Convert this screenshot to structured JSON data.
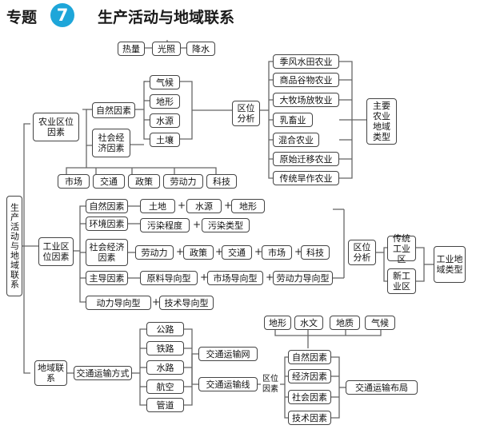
{
  "header": {
    "prefix": "专题",
    "number": "7",
    "title": "生产活动与地域联系",
    "accent_color": "#1ea6d9"
  },
  "root": "生产活动与地域联系",
  "agriculture": {
    "label": "农业区位因素",
    "factors": [
      "热量",
      "光照",
      "降水"
    ],
    "natural_label": "自然因素",
    "natural_items": [
      "气候",
      "地形",
      "水源",
      "土壤"
    ],
    "social_label": "社会经济因素",
    "social_items": [
      "市场",
      "交通",
      "政策",
      "劳动力",
      "科技"
    ],
    "analysis_label": "区位分析",
    "types": [
      "季风水田农业",
      "商品谷物农业",
      "大牧场放牧业",
      "乳畜业",
      "混合农业",
      "原始迁移农业",
      "传统旱作农业"
    ],
    "types_label": "主要农业地域类型"
  },
  "industry": {
    "label": "工业区位因素",
    "natural_label": "自然因素",
    "natural_items": [
      "土地",
      "水源",
      "地形"
    ],
    "env_label": "环境因素",
    "env_items": [
      "污染程度",
      "污染类型"
    ],
    "social_label": "社会经济因素",
    "social_items": [
      "劳动力",
      "政策",
      "交通",
      "市场",
      "科技"
    ],
    "dominant_label": "主导因素",
    "dominant_items": [
      "原料导向型",
      "市场导向型",
      "劳动力导向型",
      "动力导向型",
      "技术导向型"
    ],
    "analysis_label": "区位分析",
    "traditional": "传统工业区",
    "new": "新工业区",
    "types_label": "工业地域类型"
  },
  "links": {
    "label": "地域联系",
    "transport_label": "交通运输方式",
    "modes": [
      "公路",
      "铁路",
      "水路",
      "航空",
      "管道"
    ],
    "network": "交通运输网",
    "line": "交通运输线",
    "location_factors": "区位因素",
    "natural_top": [
      "地形",
      "水文",
      "地质",
      "气候"
    ],
    "factors": [
      "自然因素",
      "经济因素",
      "社会因素",
      "技术因素"
    ],
    "layout": "交通运输布局"
  },
  "plus_sign": "+"
}
